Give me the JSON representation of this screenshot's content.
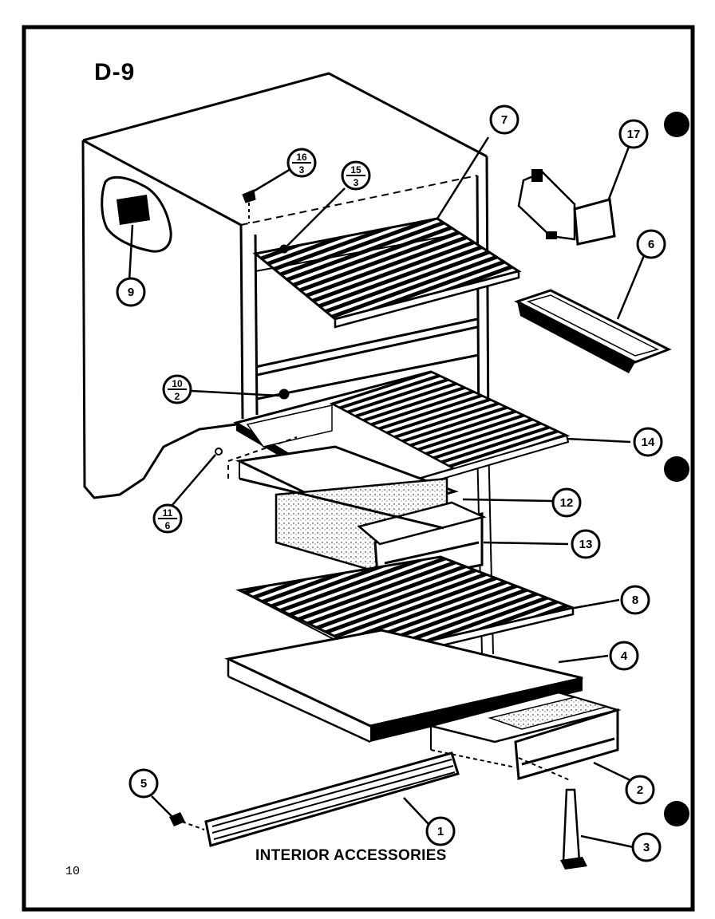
{
  "diagram_label": "D-9",
  "caption": "INTERIOR ACCESSORIES",
  "page_number": "10",
  "callouts": [
    {
      "id": "c7",
      "text": "7"
    },
    {
      "id": "c17",
      "text": "17"
    },
    {
      "id": "c6",
      "text": "6"
    },
    {
      "id": "c9",
      "text": "9"
    },
    {
      "id": "c14",
      "text": "14"
    },
    {
      "id": "c12",
      "text": "12"
    },
    {
      "id": "c13",
      "text": "13"
    },
    {
      "id": "c8",
      "text": "8"
    },
    {
      "id": "c4",
      "text": "4"
    },
    {
      "id": "c2",
      "text": "2"
    },
    {
      "id": "c5",
      "text": "5"
    },
    {
      "id": "c1",
      "text": "1"
    },
    {
      "id": "c3",
      "text": "3"
    }
  ],
  "fraction_callouts": [
    {
      "id": "f16",
      "top": "16",
      "bottom": "3"
    },
    {
      "id": "f15",
      "top": "15",
      "bottom": "3"
    },
    {
      "id": "f10",
      "top": "10",
      "bottom": "2"
    },
    {
      "id": "f11",
      "top": "11",
      "bottom": "6"
    }
  ]
}
